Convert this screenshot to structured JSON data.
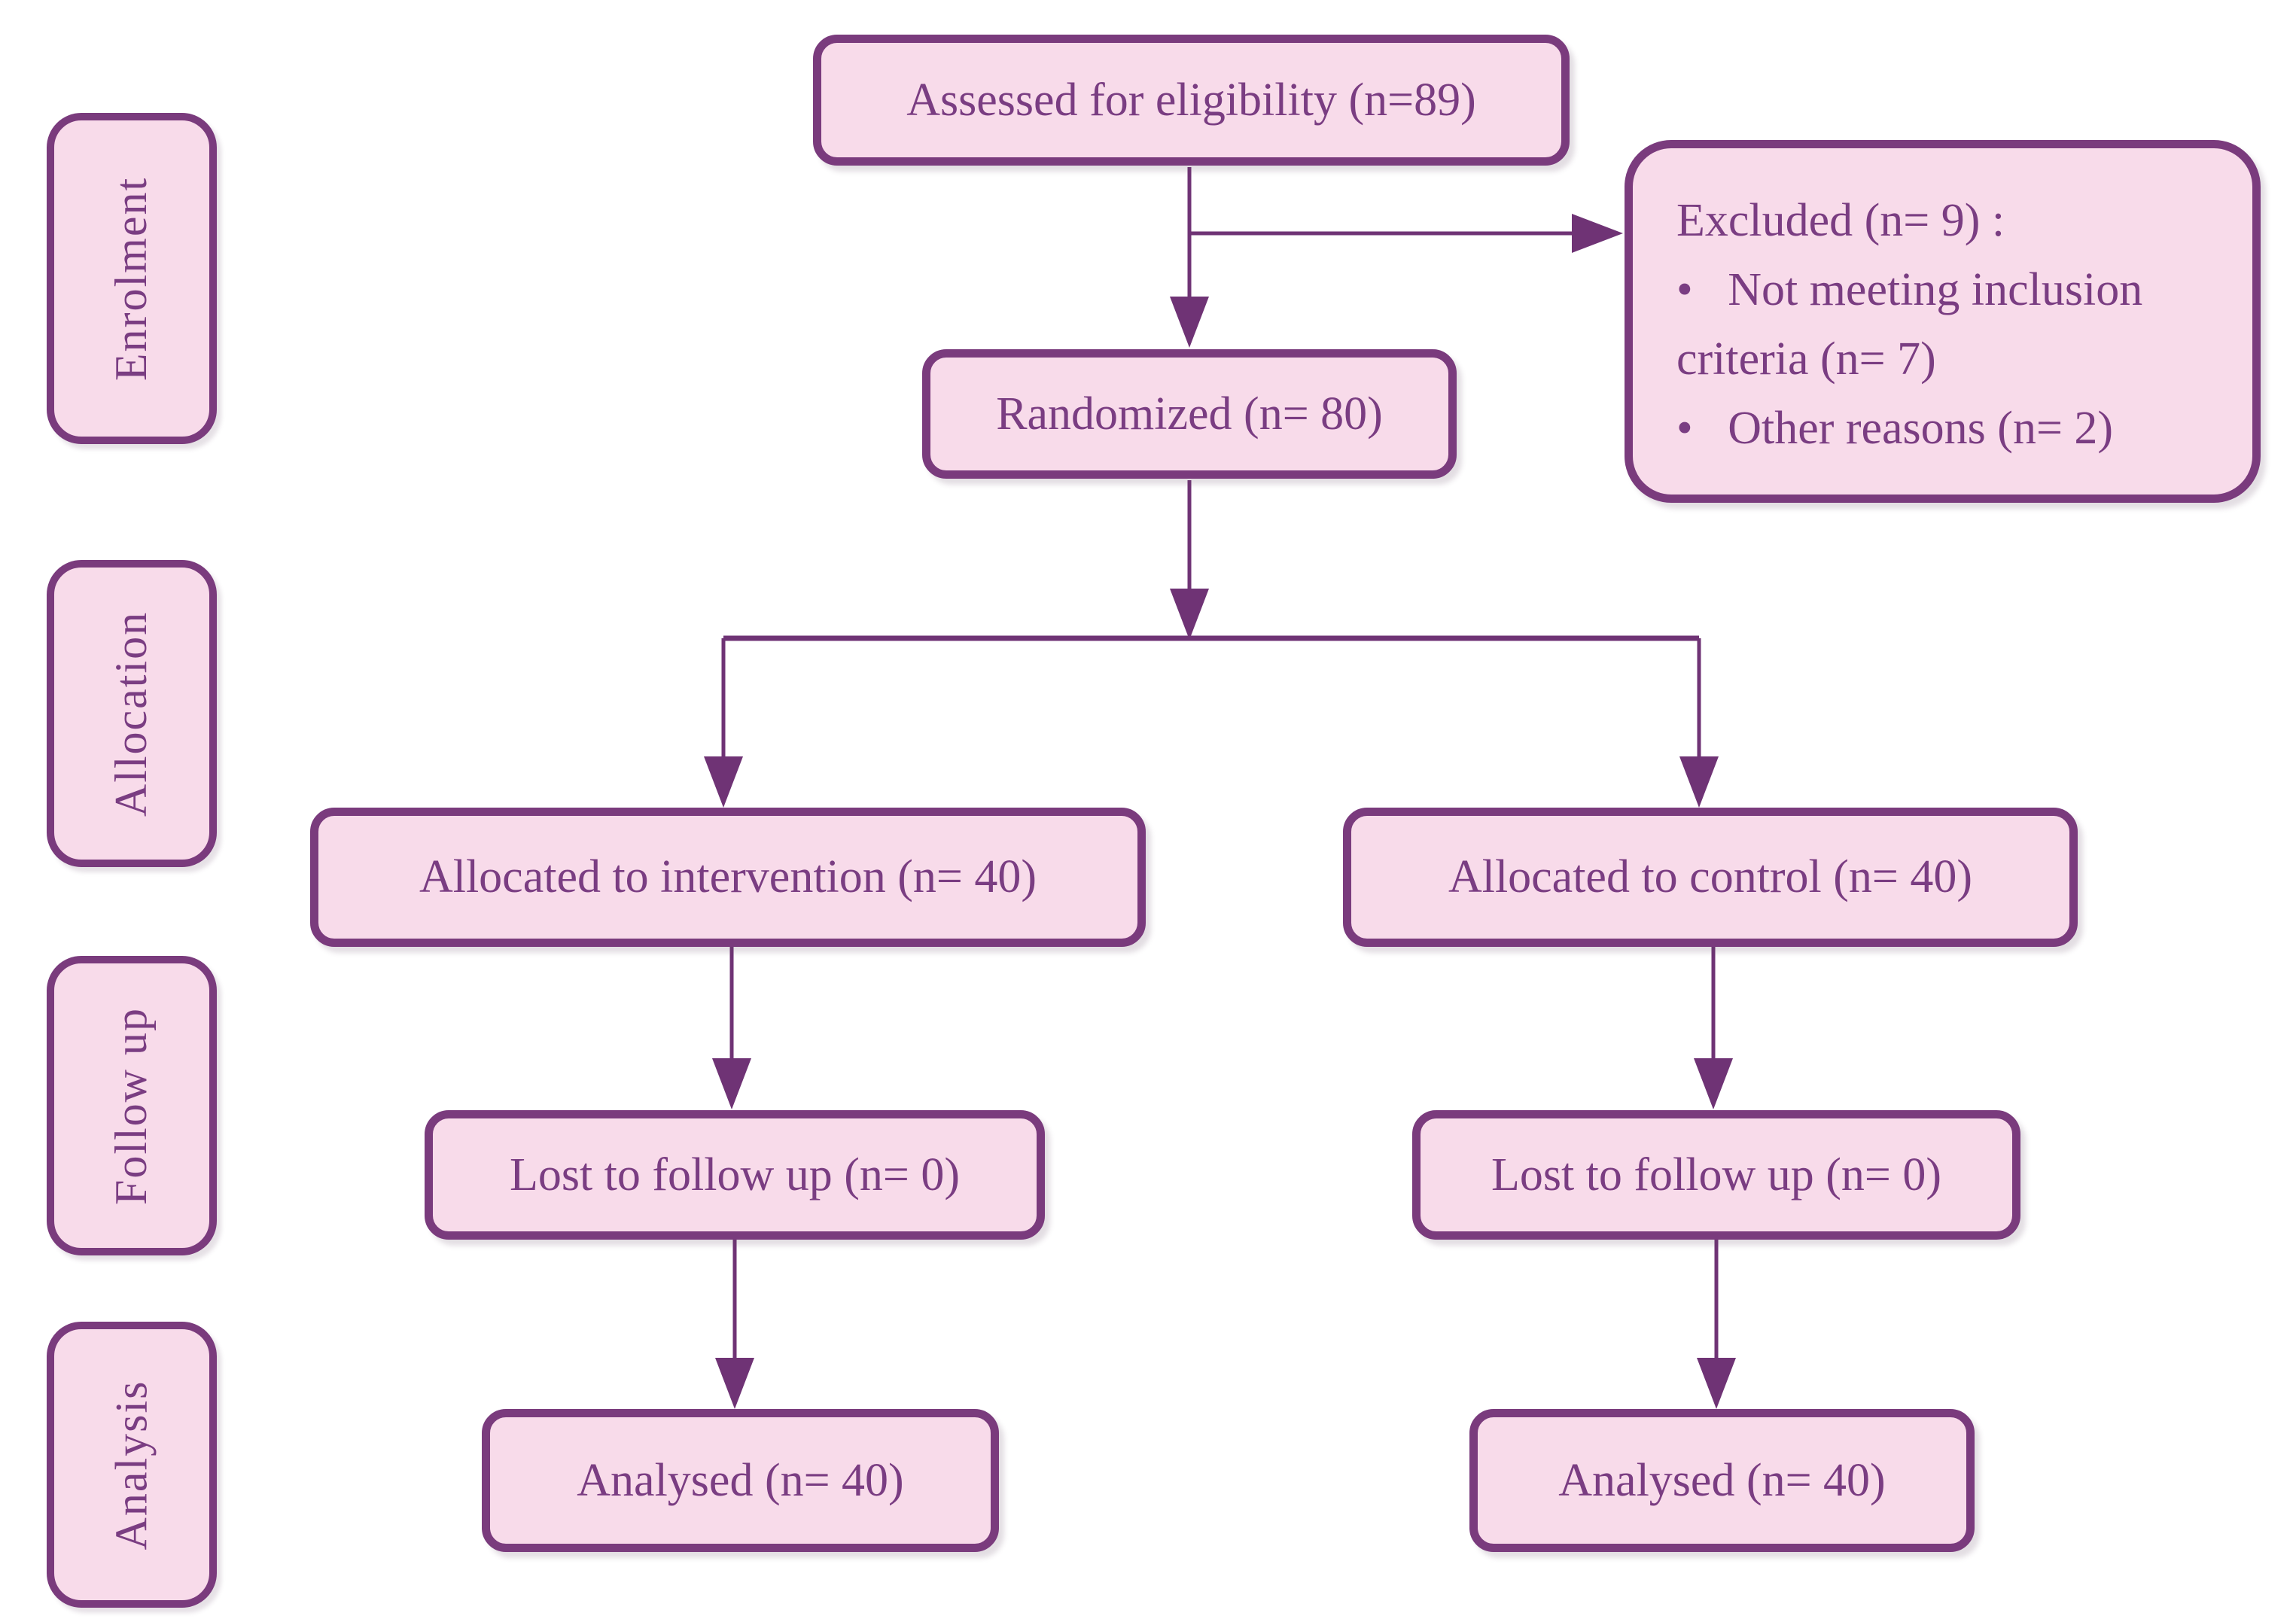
{
  "diagram": {
    "type": "consort-flow-diagram",
    "colors": {
      "background": "#ffffff",
      "box_fill": "#f8dbea",
      "box_border": "#7a3b7d",
      "text": "#7a3d82",
      "arrow": "#6f3375"
    },
    "stages": [
      {
        "id": "enrolment",
        "label": "Enrolment"
      },
      {
        "id": "allocation",
        "label": "Allocation"
      },
      {
        "id": "followup",
        "label": "Follow up"
      },
      {
        "id": "analysis",
        "label": "Analysis"
      }
    ],
    "nodes": {
      "assessed": {
        "label": "Assessed for eligibility (n=89)",
        "n": 89
      },
      "excluded": {
        "n": 9,
        "lines": [
          "Excluded (n= 9) :",
          "•   Not meeting inclusion",
          "criteria (n= 7)",
          "•   Other reasons (n= 2)"
        ]
      },
      "randomized": {
        "label": "Randomized (n= 80)",
        "n": 80
      },
      "allocated_intervention": {
        "label": "Allocated to intervention (n= 40)",
        "n": 40
      },
      "allocated_control": {
        "label": "Allocated to control (n= 40)",
        "n": 40
      },
      "lost_intervention": {
        "label": "Lost to follow up (n= 0)",
        "n": 0
      },
      "lost_control": {
        "label": "Lost to follow up (n= 0)",
        "n": 0
      },
      "analysed_intervention": {
        "label": "Analysed (n= 40)",
        "n": 40
      },
      "analysed_control": {
        "label": "Analysed (n= 40)",
        "n": 40
      }
    }
  }
}
